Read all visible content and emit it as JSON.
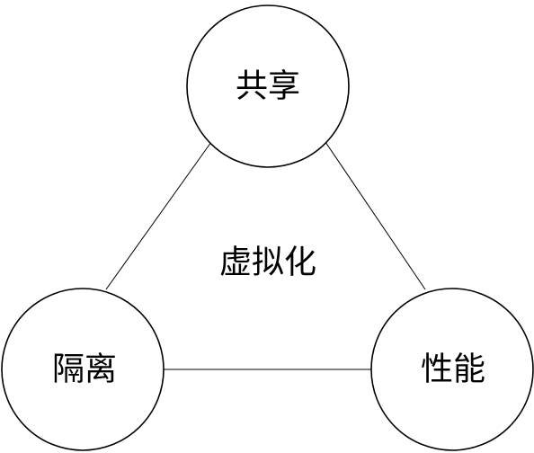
{
  "diagram": {
    "center_label": "虚拟化",
    "nodes": {
      "top": "共享",
      "left": "隔离",
      "right": "性能"
    },
    "colors": {
      "stroke": "#000000",
      "fill": "#ffffff",
      "text": "#000000"
    }
  }
}
